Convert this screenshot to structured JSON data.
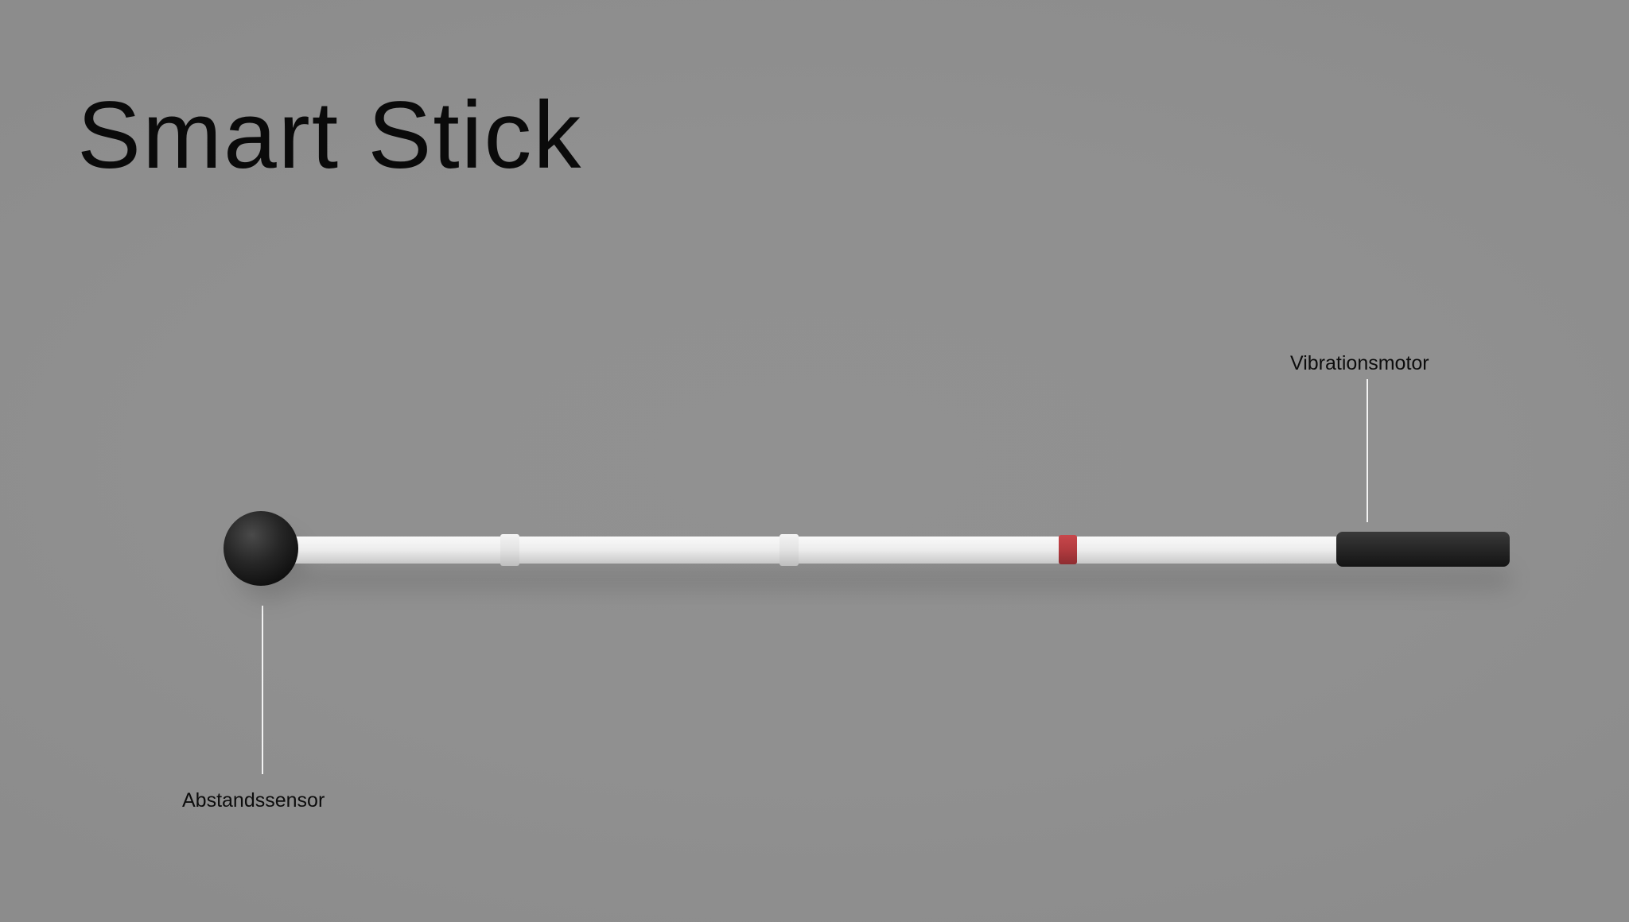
{
  "title": "Smart Stick",
  "callouts": {
    "vibration_motor": "Vibrationsmotor",
    "distance_sensor": "Abstandssensor"
  },
  "colors": {
    "background": "#909090",
    "shaft": "#ebebeb",
    "red_band": "#b23b3f",
    "ball_and_handle": "#262626",
    "callout_line": "#f2f2f2"
  }
}
